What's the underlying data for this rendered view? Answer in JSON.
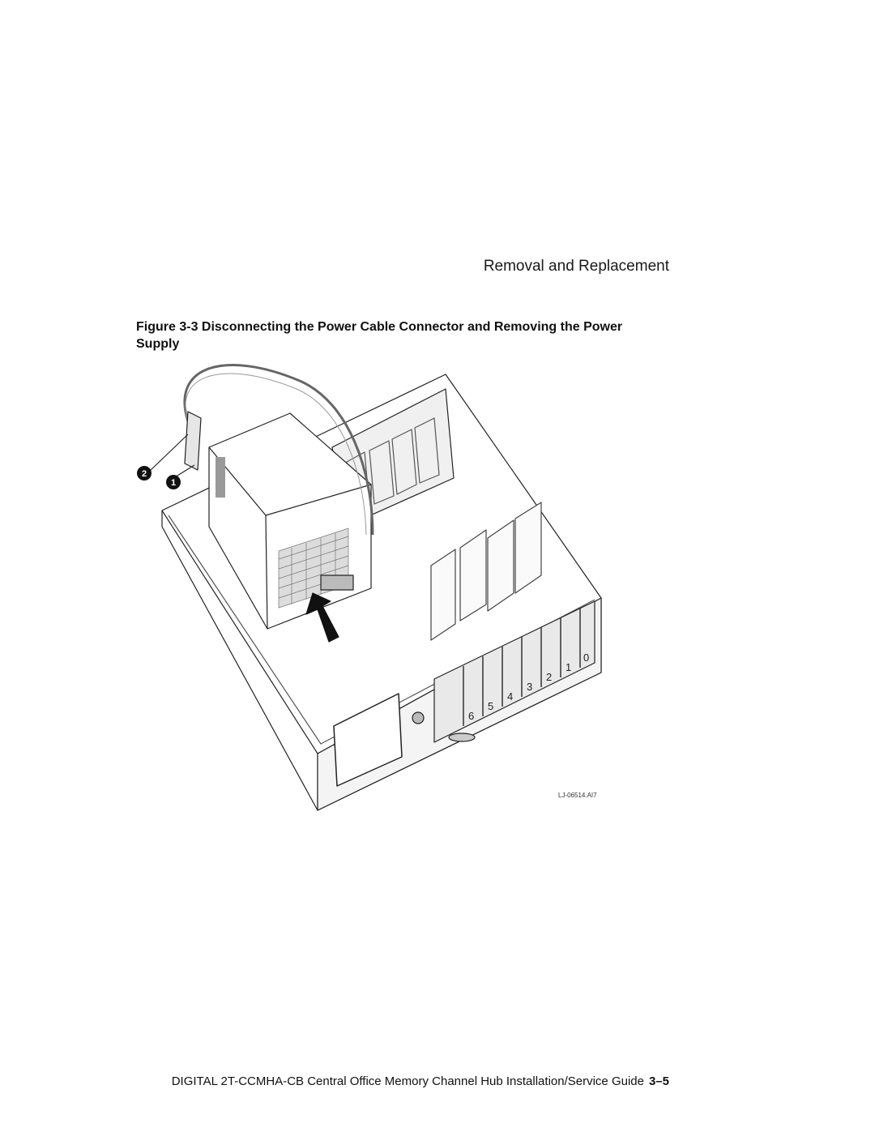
{
  "header": {
    "running_title": "Removal and Replacement"
  },
  "figure": {
    "caption": "Figure 3-3 Disconnecting the Power Cable Connector and Removing the Power Supply",
    "art_id": "LJ-06514.AI7",
    "callouts": [
      "2",
      "1"
    ],
    "slot_numbers": [
      "6",
      "5",
      "4",
      "3",
      "2",
      "1",
      "0"
    ]
  },
  "footer": {
    "guide_title": "DIGITAL 2T-CCMHA-CB Central Office Memory Channel Hub Installation/Service Guide",
    "page_number": "3–5"
  }
}
